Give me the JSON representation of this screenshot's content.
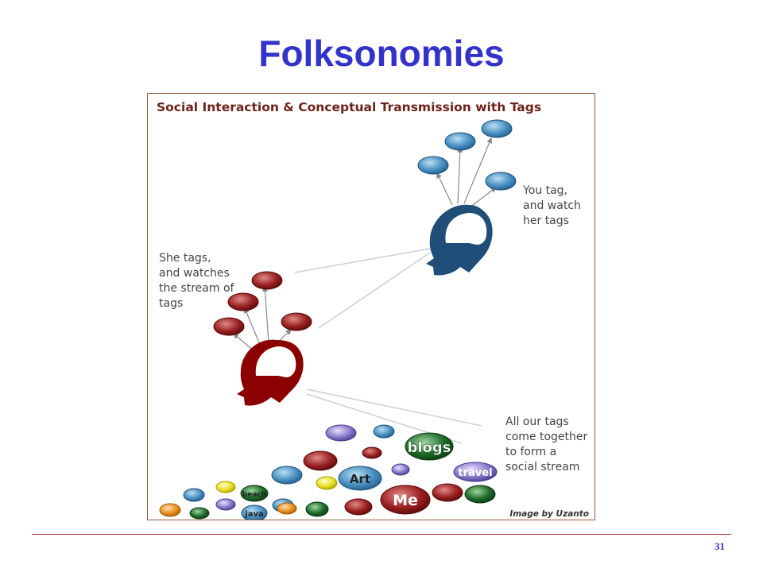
{
  "slide": {
    "title": "Folksonomies",
    "page_number": "31"
  },
  "figure": {
    "heading": "Social Interaction & Conceptual Transmission with Tags",
    "you_note": [
      "You tag,",
      "and watch",
      "her tags"
    ],
    "she_note": [
      "She tags,",
      "and watches",
      "the stream of",
      "tags"
    ],
    "all_note": [
      "All our tags",
      "come together",
      "to form a",
      "social stream"
    ],
    "credit": "Image by Uzanto",
    "tags": {
      "blogs": "blogs",
      "travel": "travel",
      "art": "Art",
      "me": "Me",
      "beach": "beach",
      "java": "java"
    },
    "colors": {
      "blue_head": "#1f4e79",
      "red_head": "#8b0000",
      "blue_bubble": "#4a90c0",
      "red_bubble": "#8a1c1c",
      "purple_bubble": "#8878c8",
      "green_bubble": "#1f6b2b",
      "yellow_bubble": "#e8e020",
      "orange_bubble": "#e89020"
    }
  }
}
